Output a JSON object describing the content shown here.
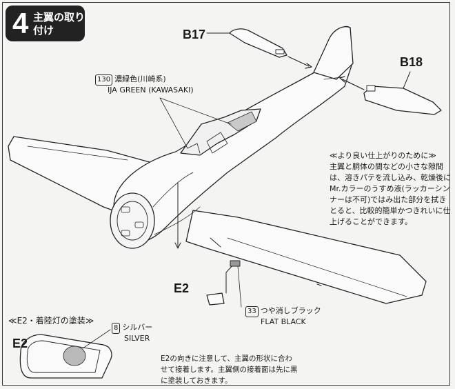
{
  "step": {
    "number": "4",
    "title": "主翼の取り付け"
  },
  "parts": {
    "b17": "B17",
    "b18": "B18",
    "e2": "E2",
    "e2_detail": "E2"
  },
  "paints": {
    "ija_green": {
      "code": "130",
      "jp": "濃緑色(川崎系)",
      "en": "IJA GREEN (KAWASAKI)"
    },
    "flat_black": {
      "code": "33",
      "jp": "つや消しブラック",
      "en": "FLAT BLACK"
    },
    "silver": {
      "code": "8",
      "jp": "シルバー",
      "en": "SILVER"
    }
  },
  "finish_note": {
    "title": "≪より良い仕上がりのために≫",
    "body": "主翼と胴体の間などの小さな隙間は、溶きパテを流し込み、乾燥後にMr.カラーのうすめ液(ラッカーシンナーは不可)ではみ出た部分を拭きとると、比較的簡単かつきれいに仕上げることができます。"
  },
  "landing_light": {
    "title": "≪E2・着陸灯の塗装≫",
    "instruction": "E2の向きに注意して、主翼の形状に合わせて接着します。主翼側の接着面は先に黒に塗装しておきます。"
  }
}
